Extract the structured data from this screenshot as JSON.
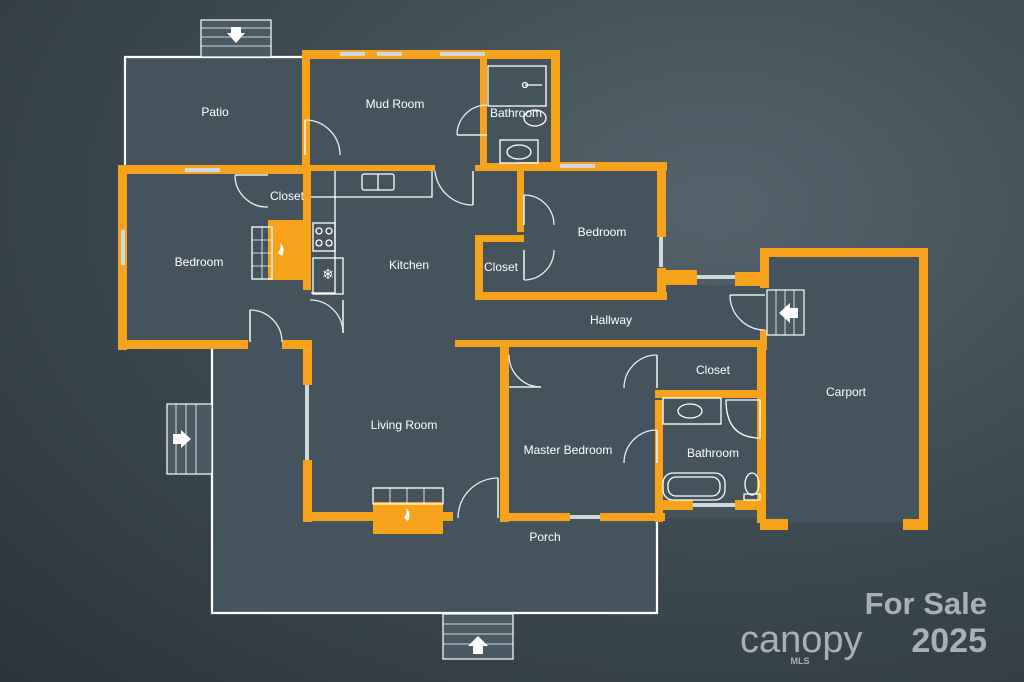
{
  "rooms": {
    "patio": "Patio",
    "mud_room": "Mud Room",
    "bathroom_upper": "Bathroom",
    "closet_left": "Closet",
    "bedroom_left": "Bedroom",
    "kitchen": "Kitchen",
    "bedroom_right": "Bedroom",
    "closet_middle": "Closet",
    "hallway": "Hallway",
    "closet_right": "Closet",
    "carport": "Carport",
    "living_room": "Living Room",
    "master_bedroom": "Master Bedroom",
    "bathroom_lower": "Bathroom",
    "porch": "Porch"
  },
  "branding": {
    "for_sale": "For Sale",
    "brand": "canopy",
    "brand_sub": "MLS",
    "year": "2025"
  },
  "colors": {
    "wall": "#f7a21b",
    "background": "#3f4c54",
    "outline": "#ffffff"
  },
  "icons": [
    "stair-arrow-down-icon",
    "stair-arrow-right-icon",
    "stair-arrow-left-icon",
    "stair-arrow-up-icon",
    "sink-icon",
    "stove-icon",
    "fridge-icon",
    "fireplace-icon",
    "bathtub-icon",
    "toilet-icon"
  ]
}
